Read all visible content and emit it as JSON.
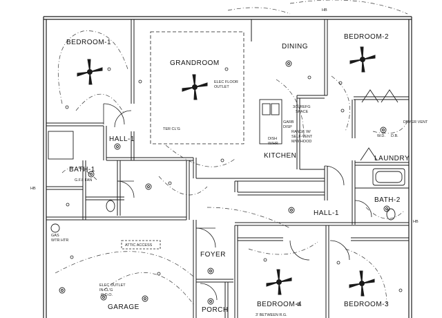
{
  "plan": {
    "colors": {
      "line": "#1a1a1a",
      "background": "#ffffff"
    },
    "rooms": {
      "bedroom1": "BEDROOM-1",
      "grandroom": "GRANDROOM",
      "dining": "DINING",
      "bedroom2": "BEDROOM-2",
      "hall1_upper": "HALL-1",
      "kitchen": "KITCHEN",
      "laundry": "LAUNDRY",
      "bath1": "BATH-1",
      "bath2": "BATH-2",
      "hall1_lower": "HALL-1",
      "foyer": "FOYER",
      "porch": "PORCH",
      "garage": "GARAGE",
      "bedroom4": "BEDROOM-4",
      "bedroom3": "BEDROOM-3"
    },
    "notes": {
      "elec_floor_outlet_1": "ELEC FLOOR",
      "elec_floor_outlet_2": "OUTLET",
      "ter_clg": "TER CL'G",
      "refg_space_1": "3/3' REFG",
      "refg_space_2": "SPACE",
      "garb_disp_1": "GARB",
      "garb_disp_2": "DISP",
      "range_1": "RANGE W/",
      "range_2": "SELF-VENT",
      "range_3": "M/W HOOD",
      "dish_1": "DISH",
      "dish_2": "W/HR",
      "dryer_vent": "DRYER VENT",
      "wd": "W.D.",
      "db": "D.B.",
      "gfi_fan": "G.F.I. FAN",
      "gas_wtr_htr_1": "GAS",
      "gas_wtr_htr_2": "WTR HTR",
      "attic_access": "ATTIC ACCESS",
      "elec_outlet_clg_1": "ELEC OUTLET",
      "elec_outlet_clg_2": "IN CL'G",
      "gdo": "G.D.O.",
      "between_rg": "3' BETWEEN R.G.",
      "hb1": "HB",
      "hb2": "HB",
      "hb3": "HB"
    }
  }
}
